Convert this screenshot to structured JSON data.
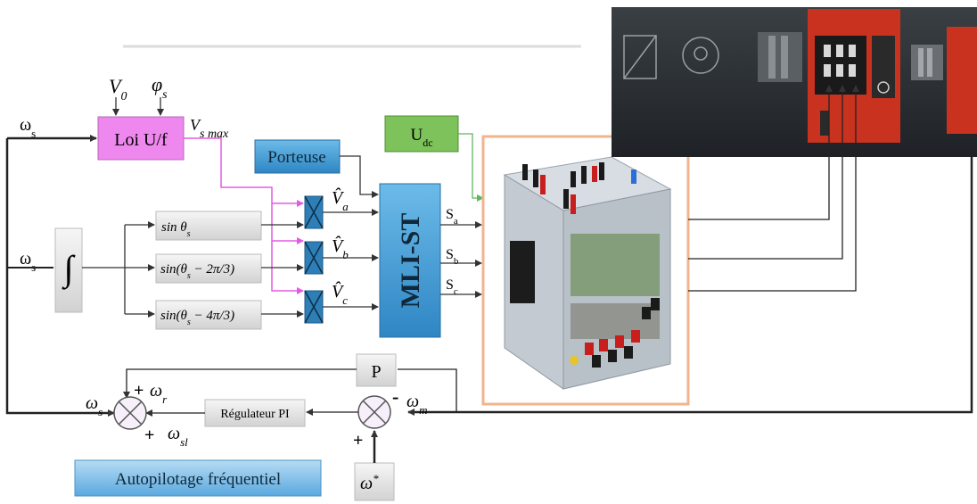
{
  "blocks": {
    "loi": "Loi U/f",
    "porteuse": "Porteuse",
    "udc": "U",
    "udc_sub": "dc",
    "mli": "MLI-ST",
    "sin_a": "sin θ",
    "sin_a_sub": "s",
    "sin_b": "sin(θ",
    "sin_b_sub": "s",
    "sin_b_tail": " − 2π/3)",
    "sin_c": "sin(θ",
    "sin_c_sub": "s",
    "sin_c_tail": " − 4π/3)",
    "regulateur": "Régulateur PI",
    "p": "P",
    "autopilotage": "Autopilotage fréquentiel",
    "omega_star": "ω",
    "omega_star_sup": "*"
  },
  "signals": {
    "ws_top": "ω",
    "ws_top_sub": "s",
    "ws_mid": "ω",
    "ws_mid_sub": "s",
    "v0": "V",
    "v0_sub": "0",
    "phis": "φ",
    "phis_sub": "s",
    "vsmax": "V",
    "vsmax_sub": "s max",
    "va": "V̂",
    "va_sub": "a",
    "vb": "V̂",
    "vb_sub": "b",
    "vc": "V̂",
    "vc_sub": "c",
    "sa": "S",
    "sa_sub": "a",
    "sb": "S",
    "sb_sub": "b",
    "sc": "S",
    "sc_sub": "c",
    "ws_sum": "ω",
    "ws_sum_sub": "s",
    "wr": "ω",
    "wr_sub": "r",
    "wsl": "ω",
    "wsl_sub": "sl",
    "wm": "ω",
    "wm_sub": "m",
    "plus": "+",
    "minus": "-",
    "integral": "∫"
  },
  "colors": {
    "loi_fill": "#ee88ee",
    "porteuse_fill": "#3d8fc6",
    "udc_fill": "#7dc25a",
    "mli_fill": "#4aa3dd",
    "mult_fill": "#2e7fb8",
    "grey_fill": "#e3e3e3",
    "autopilot_fill": "#7dbbe6",
    "pink_line": "#e35be3",
    "green_line": "#5fb55f",
    "photo_frame": "#f2b48c",
    "motor_red": "#c8321e"
  }
}
